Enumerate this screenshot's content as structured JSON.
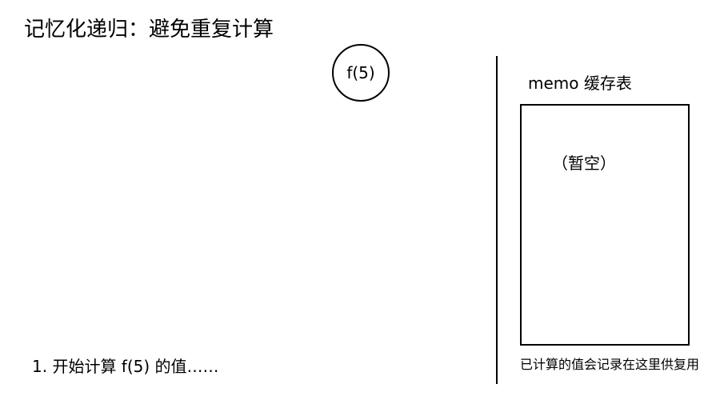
{
  "title": "记忆化递归：避免重复计算",
  "tree": {
    "root_node": "f(5)"
  },
  "memo": {
    "title": "memo 缓存表",
    "empty_text": "（暂空）",
    "note": "已计算的值会记录在这里供复用"
  },
  "step_caption": "1. 开始计算 f(5) 的值……"
}
